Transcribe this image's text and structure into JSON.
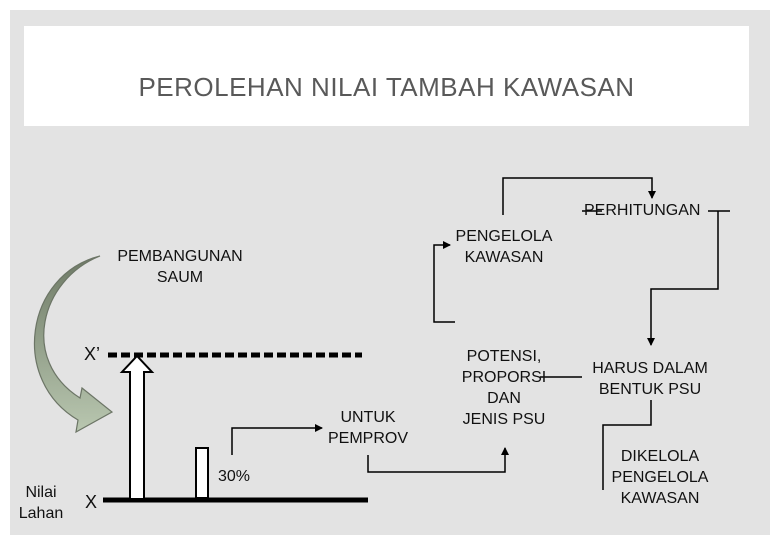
{
  "title": "PEROLEHAN NILAI TAMBAH KAWASAN",
  "labels": {
    "perhitungan": "PERHITUNGAN",
    "pengelola_kawasan": [
      "PENGELOLA",
      "KAWASAN"
    ],
    "pembangunan_saum": [
      "PEMBANGUNAN",
      "SAUM"
    ],
    "x_prime": "X’",
    "x": "X",
    "nilai_lahan": [
      "Nilai",
      "Lahan"
    ],
    "untuk_pemprov": [
      "UNTUK",
      "PEMPROV"
    ],
    "percent": "30%",
    "potensi": [
      "POTENSI,",
      "PROPORSI",
      "DAN",
      "JENIS PSU"
    ],
    "harus": [
      "HARUS DALAM",
      "BENTUK PSU"
    ],
    "dikelola": [
      "DIKELOLA",
      "PENGELOLA",
      "KAWASAN"
    ]
  }
}
